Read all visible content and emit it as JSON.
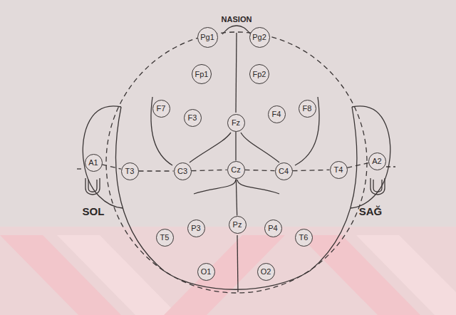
{
  "diagram": {
    "nodes": [
      {
        "text": [
          "Pg1"
        ]
      },
      {
        "text": [
          "Pg2"
        ]
      },
      {
        "text": [
          "Fp1"
        ]
      },
      {
        "text": [
          "Fp2"
        ]
      },
      {
        "text": [
          "F7"
        ]
      },
      {
        "text": [
          "F3"
        ]
      },
      {
        "text": [
          "Fz"
        ]
      },
      {
        "text": [
          "F4"
        ]
      },
      {
        "text": [
          "F8"
        ]
      },
      {
        "text": [
          "A1"
        ]
      },
      {
        "text": [
          "T3"
        ]
      },
      {
        "text": [
          "C3"
        ]
      },
      {
        "text": [
          "Cz"
        ]
      },
      {
        "text": [
          "C4"
        ]
      },
      {
        "text": [
          "T4"
        ]
      },
      {
        "text": [
          "A2"
        ]
      },
      {
        "text": [
          "T5"
        ]
      },
      {
        "text": [
          "P3"
        ]
      },
      {
        "text": [
          "Pz"
        ]
      },
      {
        "text": [
          "P4"
        ]
      },
      {
        "text": [
          "T6"
        ]
      },
      {
        "text": [
          "O1"
        ]
      },
      {
        "text": [
          "O2"
        ]
      }
    ],
    "edges": [
      {
        "from": 6,
        "to": 12,
        "arrow": "none"
      },
      {
        "from": 12,
        "to": 18,
        "arrow": "none"
      },
      {
        "from": 9,
        "to": 10,
        "arrow": "none"
      },
      {
        "from": 10,
        "to": 11,
        "arrow": "none"
      },
      {
        "from": 11,
        "to": 12,
        "arrow": "none"
      },
      {
        "from": 12,
        "to": 13,
        "arrow": "none"
      },
      {
        "from": 13,
        "to": 14,
        "arrow": "none"
      },
      {
        "from": 14,
        "to": 15,
        "arrow": "none"
      }
    ],
    "labels": [
      "NASION",
      "SOL",
      "SAĞ"
    ]
  }
}
